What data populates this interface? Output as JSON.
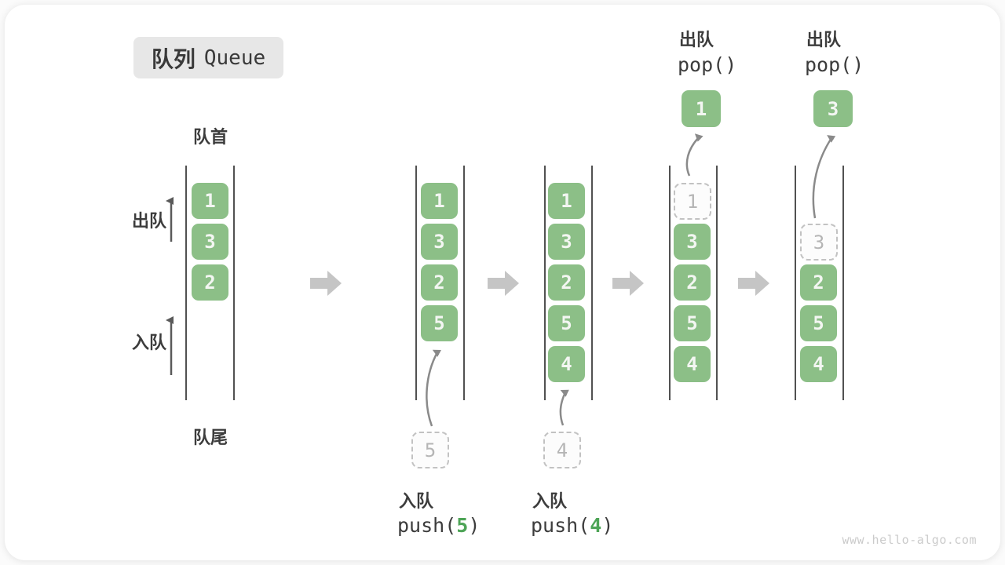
{
  "title": {
    "zh": "队列",
    "en": "Queue"
  },
  "labels": {
    "front": "队首",
    "rear": "队尾",
    "dequeue_side": "出队",
    "enqueue_side": "入队"
  },
  "ops": {
    "push5": {
      "zh": "入队",
      "code_pre": "push(",
      "code_arg": "5",
      "code_post": ")"
    },
    "push4": {
      "zh": "入队",
      "code_pre": "push(",
      "code_arg": "4",
      "code_post": ")"
    },
    "pop1": {
      "zh": "出队",
      "code": "pop()"
    },
    "pop2": {
      "zh": "出队",
      "code": "pop()"
    }
  },
  "stages": [
    {
      "cells": [
        "1",
        "3",
        "2"
      ]
    },
    {
      "cells": [
        "1",
        "3",
        "2",
        "5"
      ],
      "incoming": "5"
    },
    {
      "cells": [
        "1",
        "3",
        "2",
        "5",
        "4"
      ],
      "incoming": "4"
    },
    {
      "cells": [
        "3",
        "2",
        "5",
        "4"
      ],
      "ghost": "1",
      "removed": "1"
    },
    {
      "cells": [
        "2",
        "5",
        "4"
      ],
      "ghost": "3",
      "removed": "3"
    }
  ],
  "watermark": "www.hello-algo.com",
  "colors": {
    "cell_green": "#8cbf87",
    "cell_text": "#f3f6f2",
    "code_arg_green": "#4da456",
    "ghost_border": "#c2c2c2",
    "ghost_text": "#b5b5b5",
    "stage_arrow_gray": "#c5c5c5",
    "flow_arrow_gray": "#8a8a8a",
    "line_dark": "#515151",
    "chip_bg": "#e7e7e7"
  }
}
